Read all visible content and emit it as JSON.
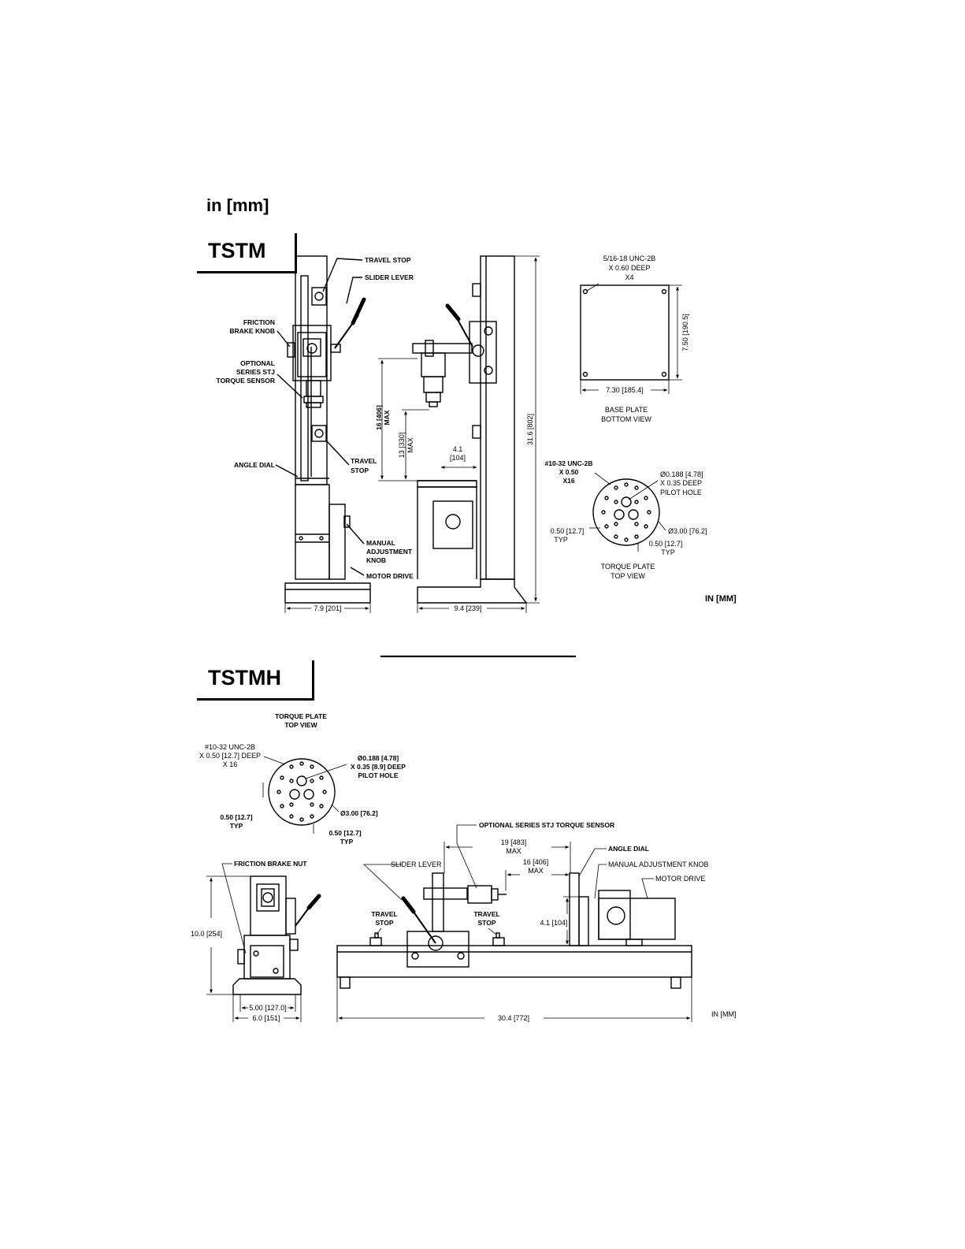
{
  "unit_title": "in [mm]",
  "tstm": {
    "model": "TSTM",
    "labels": {
      "travel_stop_top": "TRAVEL STOP",
      "slider_lever": "SLIDER LEVER",
      "friction_brake_knob": [
        "FRICTION",
        "BRAKE KNOB"
      ],
      "optional_sensor": [
        "OPTIONAL",
        "SERIES STJ",
        "TORQUE SENSOR"
      ],
      "angle_dial": "ANGLE DIAL",
      "travel_stop_bottom": [
        "TRAVEL",
        "STOP"
      ],
      "manual_adjustment_knob": [
        "MANUAL",
        "ADJUSTMENT",
        "KNOB"
      ],
      "motor_drive": "MOTOR DRIVE"
    },
    "dims": {
      "front_width": "7.9 [201]",
      "side_width": "9.4 [239]",
      "height": "31.6 [802]",
      "max_16": [
        "16 [406]",
        "MAX"
      ],
      "max_13": [
        "13 [330]",
        "MAX"
      ],
      "offset": [
        "4.1",
        "[104]"
      ]
    },
    "base_plate": {
      "thread": [
        "5/16-18 UNC-2B",
        "X 0.60 DEEP",
        "X4"
      ],
      "width": "7.30 [185.4]",
      "height": "7.50 [190.5]",
      "caption": [
        "BASE PLATE",
        "BOTTOM VIEW"
      ]
    },
    "torque_plate": {
      "thread": [
        "#10-32 UNC-2B",
        "X 0.50",
        "X16"
      ],
      "pilot": [
        "Ø0.188 [4.78]",
        "X 0.35 DEEP",
        "PILOT HOLE"
      ],
      "diameter": "Ø3.00 [76.2]",
      "spacing_left": [
        "0.50 [12.7]",
        "TYP"
      ],
      "spacing_bottom": [
        "0.50 [12.7]",
        "TYP"
      ],
      "caption": [
        "TORQUE PLATE",
        "TOP VIEW"
      ]
    },
    "units_mark": "IN [MM]"
  },
  "tstmh": {
    "model": "TSTMH",
    "torque_plate": {
      "caption": [
        "TORQUE PLATE",
        "TOP VIEW"
      ],
      "thread": [
        "#10-32 UNC-2B",
        "X 0.50 [12.7] DEEP",
        "X 16"
      ],
      "pilot": [
        "Ø0.188 [4.78]",
        "X 0.35 [8.9] DEEP",
        "PILOT HOLE"
      ],
      "diameter": "Ø3.00 [76.2]",
      "spacing_left": [
        "0.50 [12.7]",
        "TYP"
      ],
      "spacing_bottom": [
        "0.50 [12.7]",
        "TYP"
      ]
    },
    "labels": {
      "friction_brake_nut": "FRICTION BRAKE NUT",
      "optional_sensor": "OPTIONAL SERIES STJ TORQUE SENSOR",
      "slider_lever": "SLIDER LEVER",
      "travel_stop_left": [
        "TRAVEL",
        "STOP"
      ],
      "travel_stop_right": [
        "TRAVEL",
        "STOP"
      ],
      "angle_dial": "ANGLE DIAL",
      "manual_adjustment_knob": "MANUAL ADJUSTMENT KNOB",
      "motor_drive": "MOTOR DRIVE"
    },
    "dims": {
      "height": "10.0 [254]",
      "width_inner": "5.00 [127.0]",
      "width_outer": "6.0 [151]",
      "length": "30.4 [772]",
      "max_19": [
        "19 [483]",
        "MAX"
      ],
      "max_16": [
        "16 [406]",
        "MAX"
      ],
      "offset": "4.1 [104]"
    },
    "units_mark": "IN [MM]"
  }
}
